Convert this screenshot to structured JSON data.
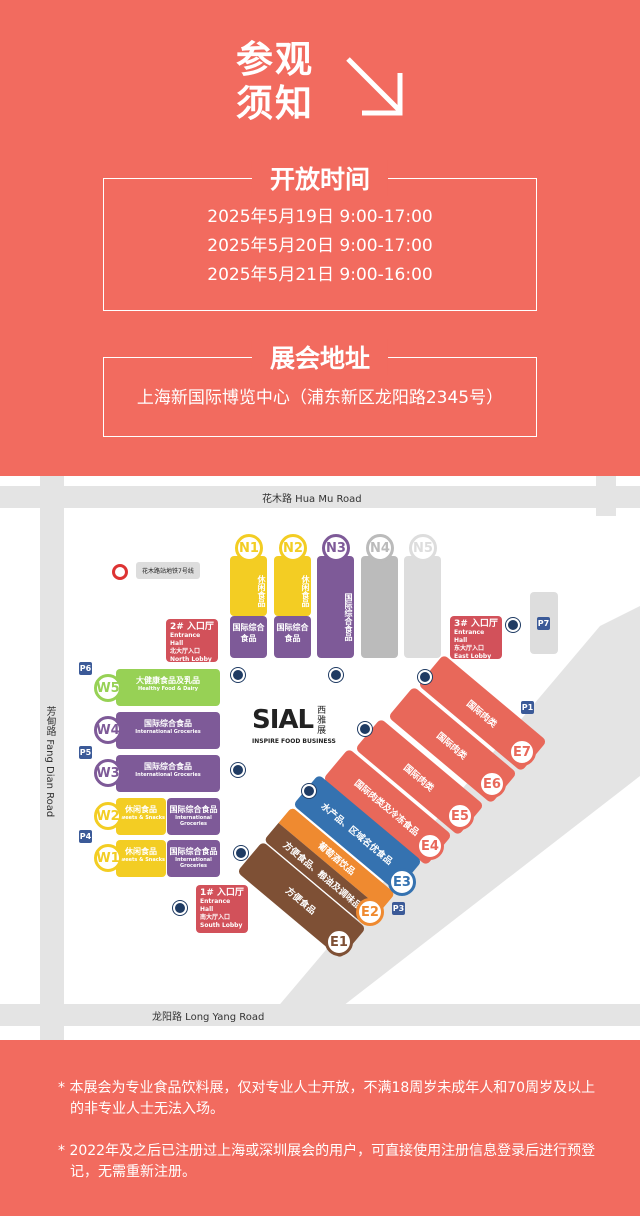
{
  "header": {
    "title_line1": "参观",
    "title_line2": "须知"
  },
  "hours": {
    "title": "开放时间",
    "days": [
      "2025年5月19日 9:00-17:00",
      "2025年5月20日 9:00-17:00",
      "2025年5月21日 9:00-16:00"
    ]
  },
  "address": {
    "title": "展会地址",
    "text": "上海新国际博览中心（浦东新区龙阳路2345号）"
  },
  "map": {
    "roads": {
      "north": "花木路  Hua Mu Road",
      "south": "龙阳路  Long Yang Road",
      "west_cn": "芳甸路",
      "west_en": "Fang Dian Road"
    },
    "metro_label": "花木路站地铁7号线",
    "north": [
      {
        "id": "N1",
        "top": "休闲食品",
        "bottom": "国际综合食品"
      },
      {
        "id": "N2",
        "top": "休闲食品",
        "bottom": "国际综合食品"
      },
      {
        "id": "N3",
        "top": "国际综合食品"
      },
      {
        "id": "N4"
      },
      {
        "id": "N5"
      }
    ],
    "west": [
      {
        "id": "W5",
        "cn": "大健康食品及乳品",
        "en": "Healthy Food & Dairy"
      },
      {
        "id": "W4",
        "cn": "国际综合食品",
        "en": "International Groceries"
      },
      {
        "id": "W3",
        "cn": "国际综合食品",
        "en": "International Groceries"
      },
      {
        "id": "W2",
        "cn": "休闲食品",
        "en": "Sweets & Snacks",
        "cn2": "国际综合食品",
        "en2": "International Groceries"
      },
      {
        "id": "W1",
        "cn": "休闲食品",
        "en": "Sweets & Snacks",
        "cn2": "国际综合食品",
        "en2": "International Groceries"
      }
    ],
    "east": [
      {
        "id": "E7",
        "cn": "国际肉类"
      },
      {
        "id": "E6",
        "cn": "国际肉类"
      },
      {
        "id": "E5",
        "cn": "国际肉类"
      },
      {
        "id": "E4",
        "cn": "国际肉类及冷冻食品"
      },
      {
        "id": "E3",
        "cn": "水产品、区域名优食品"
      },
      {
        "id": "E2",
        "cn": "方便食品、粮油及调味品",
        "cn2": "葡萄酒饮品"
      },
      {
        "id": "E1",
        "cn": "方便食品"
      }
    ],
    "lobbies": [
      {
        "no": "2# 入口厅",
        "en": "Entrance Hall",
        "cn": "北大厅入口",
        "en2": "North Lobby"
      },
      {
        "no": "3# 入口厅",
        "en": "Entrance Hall",
        "cn": "东大厅入口",
        "en2": "East Lobby"
      },
      {
        "no": "1# 入口厅",
        "en": "Entrance Hall",
        "cn": "南大厅入口",
        "en2": "South Lobby"
      }
    ],
    "parking": [
      "P6",
      "P5",
      "P4",
      "P7",
      "P1",
      "P3"
    ],
    "logo": {
      "brand": "SIAL",
      "cn": "西雅展",
      "tagline": "INSPIRE FOOD BUSINESS"
    }
  },
  "notes": [
    "* 本展会为专业食品饮料展，仅对专业人士开放，不满18周岁未成年人和70周岁及以上的非专业人士无法入场。",
    "* 2022年及之后已注册过上海或深圳展会的用户，可直接使用注册信息登录后进行预登记，无需重新注册。"
  ]
}
